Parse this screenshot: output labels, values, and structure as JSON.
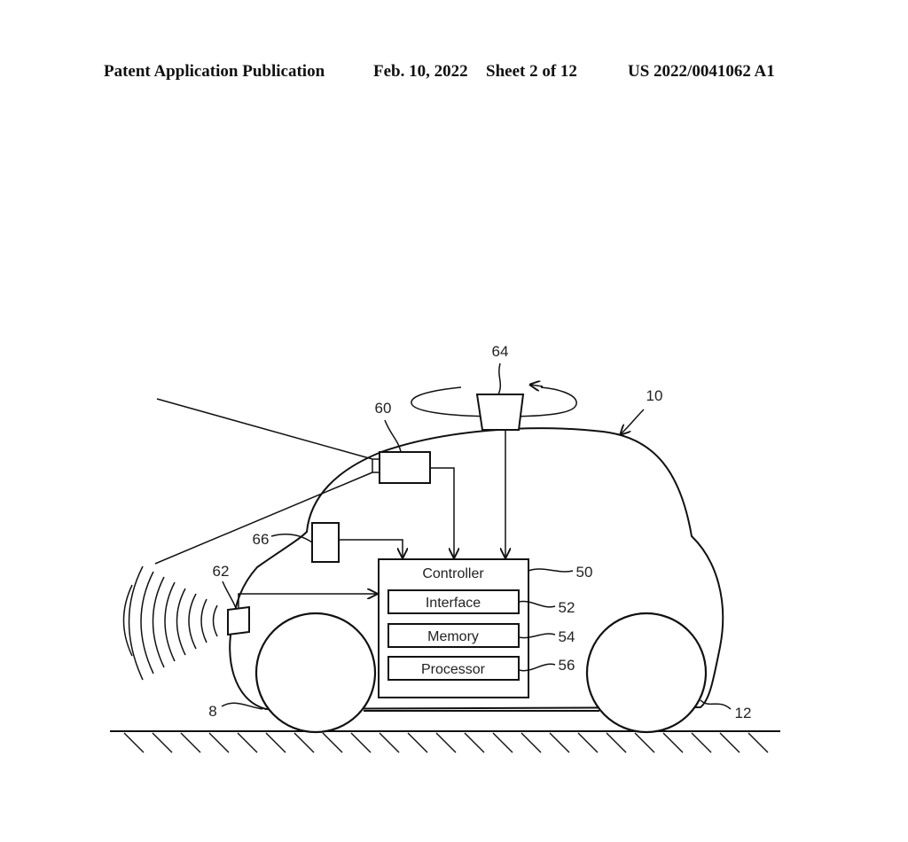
{
  "header": {
    "publication": "Patent Application Publication",
    "date": "Feb. 10, 2022",
    "sheet": "Sheet 2 of 12",
    "number": "US 2022/0041062 A1"
  },
  "figure": {
    "controller": {
      "title": "Controller",
      "interface": "Interface",
      "memory": "Memory",
      "processor": "Processor"
    },
    "refs": {
      "vehicle": "10",
      "controller": "50",
      "interface": "52",
      "memory": "54",
      "processor": "56",
      "camera": "60",
      "front_sensor": "62",
      "lidar": "64",
      "sensor_66": "66",
      "front_wheel": "8",
      "rear_wheel": "12"
    }
  }
}
